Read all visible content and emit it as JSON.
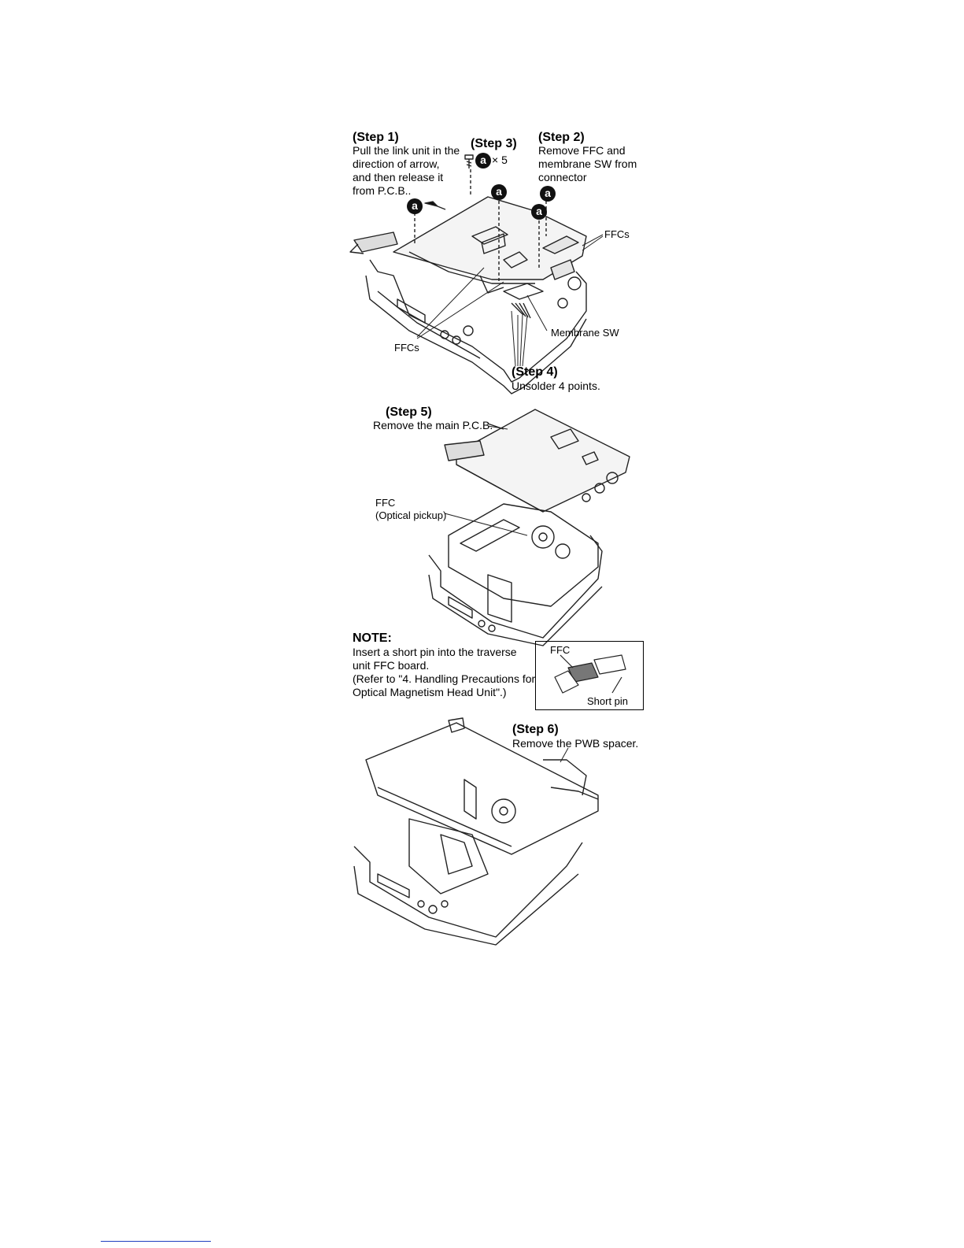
{
  "step1": {
    "title": "(Step 1)",
    "lines": [
      "Pull the link unit in the",
      "direction of arrow,",
      "and then release it",
      "from P.C.B.."
    ]
  },
  "step2": {
    "title": "(Step 2)",
    "lines": [
      "Remove FFC and",
      "membrane SW from",
      "connector"
    ]
  },
  "step3": {
    "title": "(Step 3)",
    "qty": "× 5"
  },
  "step4": {
    "title": "(Step 4)",
    "text": "Unsolder 4 points."
  },
  "step5": {
    "title": "(Step 5)",
    "text": "Remove the main P.C.B."
  },
  "step6": {
    "title": "(Step 6)",
    "text": "Remove the PWB spacer."
  },
  "screw_marker": "a",
  "labels": {
    "ffcs_right": "FFCs",
    "ffcs_left": "FFCs",
    "membrane_sw": "Membrane SW",
    "ffc_pickup_1": "FFC",
    "ffc_pickup_2": "(Optical pickup)"
  },
  "note": {
    "title": "NOTE:",
    "lines": [
      "Insert a short pin into the traverse",
      "unit FFC board.",
      "(Refer to \"4. Handling Precautions for",
      "Optical Magnetism Head Unit\".)"
    ]
  },
  "inset": {
    "ffc": "FFC",
    "short_pin": "Short pin"
  }
}
